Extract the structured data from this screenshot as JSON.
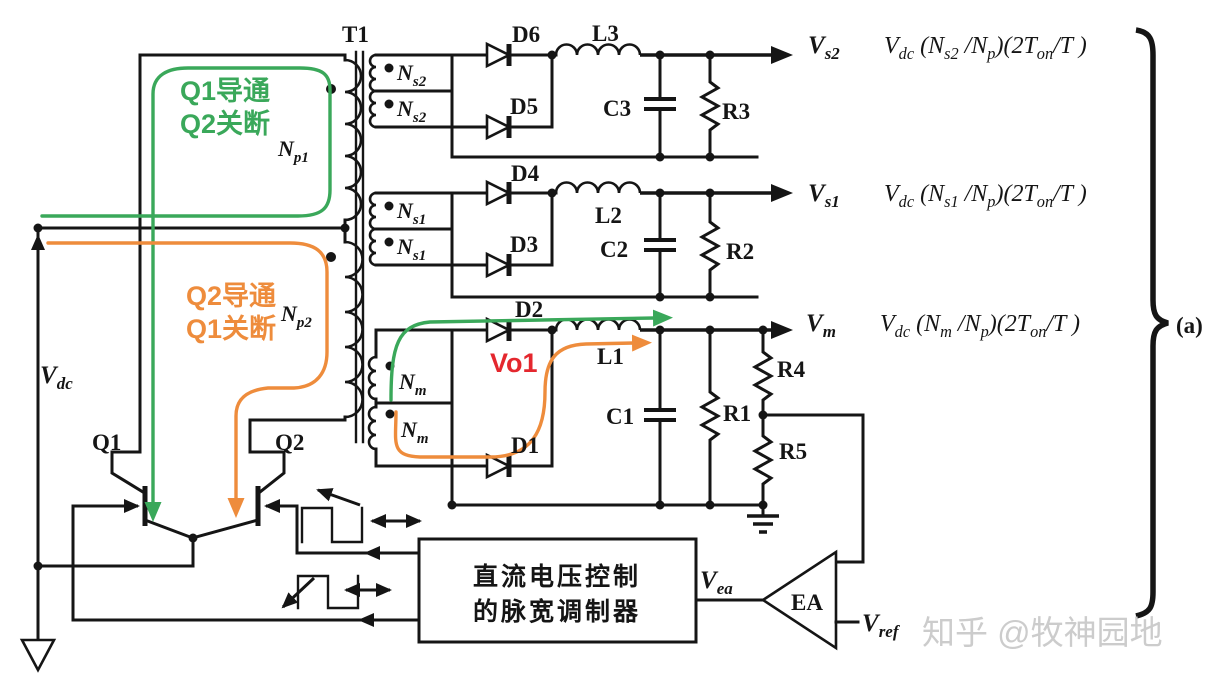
{
  "colors": {
    "green": "#3aa85a",
    "orange": "#ee8c3c",
    "red": "#e4272e",
    "ink": "#151515",
    "watermark": "#cccccc"
  },
  "annotations": {
    "green": [
      "Q1导通",
      "Q2关断"
    ],
    "orange": [
      "Q2导通",
      "Q1关断"
    ],
    "vo1": "Vo1"
  },
  "transformer": {
    "label": "T1",
    "np1": [
      {
        "t": "N"
      },
      {
        "t": "p1",
        "sub": true
      }
    ],
    "np2": [
      {
        "t": "N"
      },
      {
        "t": "p2",
        "sub": true
      }
    ],
    "ns2": [
      {
        "t": "N"
      },
      {
        "t": "s2",
        "sub": true
      }
    ],
    "ns1": [
      {
        "t": "N"
      },
      {
        "t": "s1",
        "sub": true
      }
    ],
    "nm": [
      {
        "t": "N"
      },
      {
        "t": "m",
        "sub": true
      }
    ]
  },
  "transistors": {
    "q1": "Q1",
    "q2": "Q2"
  },
  "diodes": {
    "d1": "D1",
    "d2": "D2",
    "d3": "D3",
    "d4": "D4",
    "d5": "D5",
    "d6": "D6"
  },
  "inductors": {
    "l1": "L1",
    "l2": "L2",
    "l3": "L3"
  },
  "capacitors": {
    "c1": "C1",
    "c2": "C2",
    "c3": "C3"
  },
  "resistors": {
    "r1": "R1",
    "r2": "R2",
    "r3": "R3",
    "r4": "R4",
    "r5": "R5"
  },
  "source": {
    "vdc": [
      {
        "t": "V"
      },
      {
        "t": "dc",
        "sub": true
      }
    ]
  },
  "outputs": {
    "vs2": {
      "label": [
        {
          "t": "V"
        },
        {
          "t": "s2",
          "sub": true
        }
      ],
      "formula": [
        {
          "t": "V"
        },
        {
          "t": "dc",
          "sub": true
        },
        {
          "t": " ("
        },
        {
          "t": "N"
        },
        {
          "t": "s2",
          "sub": true
        },
        {
          "t": " /"
        },
        {
          "t": "N"
        },
        {
          "t": "p",
          "sub": true
        },
        {
          "t": ")(2"
        },
        {
          "t": "T"
        },
        {
          "t": "on",
          "sub": true
        },
        {
          "t": "/"
        },
        {
          "t": "T"
        },
        {
          "t": " )"
        }
      ]
    },
    "vs1": {
      "label": [
        {
          "t": "V"
        },
        {
          "t": "s1",
          "sub": true
        }
      ],
      "formula": [
        {
          "t": "V"
        },
        {
          "t": "dc",
          "sub": true
        },
        {
          "t": " ("
        },
        {
          "t": "N"
        },
        {
          "t": "s1",
          "sub": true
        },
        {
          "t": " /"
        },
        {
          "t": "N"
        },
        {
          "t": "p",
          "sub": true
        },
        {
          "t": ")(2"
        },
        {
          "t": "T"
        },
        {
          "t": "on",
          "sub": true
        },
        {
          "t": "/"
        },
        {
          "t": "T"
        },
        {
          "t": " )"
        }
      ]
    },
    "vm": {
      "label": [
        {
          "t": "V"
        },
        {
          "t": "m",
          "sub": true
        }
      ],
      "formula": [
        {
          "t": "V"
        },
        {
          "t": "dc",
          "sub": true
        },
        {
          "t": " ("
        },
        {
          "t": "N"
        },
        {
          "t": "m",
          "sub": true
        },
        {
          "t": " /"
        },
        {
          "t": "N"
        },
        {
          "t": "p",
          "sub": true
        },
        {
          "t": ")(2"
        },
        {
          "t": "T"
        },
        {
          "t": "on",
          "sub": true
        },
        {
          "t": "/"
        },
        {
          "t": "T"
        },
        {
          "t": " )"
        }
      ]
    }
  },
  "amplifier": {
    "label": "EA",
    "vea": [
      {
        "t": "V"
      },
      {
        "t": "ea",
        "sub": true
      }
    ],
    "vref": [
      {
        "t": "V"
      },
      {
        "t": "ref",
        "sub": true
      }
    ]
  },
  "control_box": {
    "line1": "直流电压控制",
    "line2": "的脉宽调制器"
  },
  "figure_tag": "(a)",
  "watermark": "知乎 @牧神园地"
}
